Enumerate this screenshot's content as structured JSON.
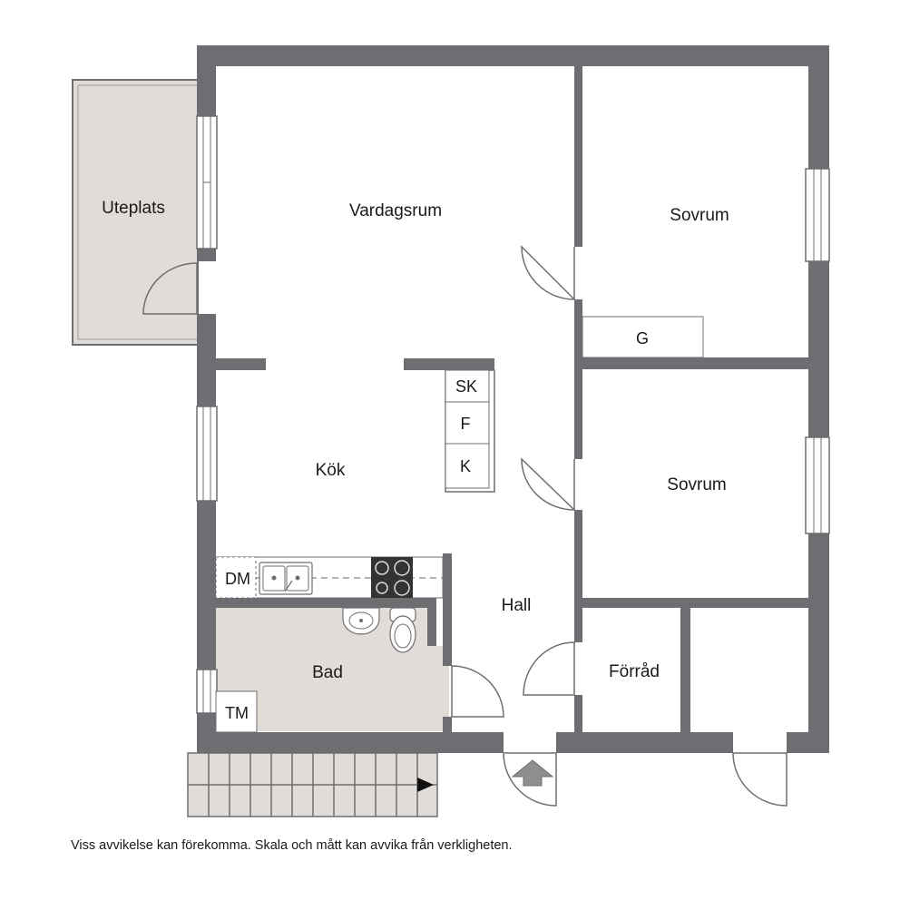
{
  "rooms": {
    "uteplats": "Uteplats",
    "vardagsrum": "Vardagsrum",
    "sovrum_upper": "Sovrum",
    "sovrum_lower": "Sovrum",
    "kok": "Kök",
    "hall": "Hall",
    "bad": "Bad",
    "forrad": "Förråd"
  },
  "fixtures": {
    "garderob": "G",
    "skafferi": "SK",
    "frys": "F",
    "kyl": "K",
    "diskmaskin": "DM",
    "tvattmaskin": "TM"
  },
  "icons": {
    "entrance": "entrance-arrow-icon",
    "stairs_direction": "stairs-arrow-icon"
  },
  "colors": {
    "wall": "#6d6e71",
    "wet_room_floor": "#e1dcd8",
    "patio_floor": "#e1dcd8",
    "stairs": "#e1dcd8",
    "line": "#6d6e71"
  },
  "disclaimer": "Viss avvikelse kan förekomma. Skala och mått kan avvika från verkligheten."
}
